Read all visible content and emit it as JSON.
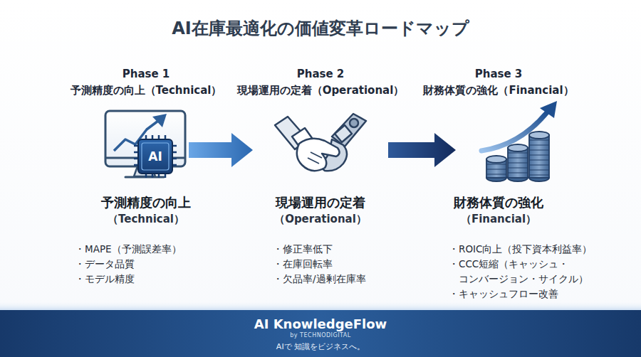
{
  "diagram": {
    "title": "AI在庫最適化の価値変革ロードマップ",
    "nodes": [
      {
        "text": [
          "Phase 1",
          "予測精度の向上（Technical）",
          "予測精度の向上",
          "（Technical）",
          "・MAPE（予測誤差率）",
          "・データ品質",
          "・モデル精度"
        ]
      },
      {
        "text": [
          "Phase 2",
          "現場運用の定着（Operational）",
          "現場運用の定着",
          "（Operational）",
          "・修正率低下",
          "・在庫回転率",
          "・欠品率/過剰在庫率"
        ]
      },
      {
        "text": [
          "Phase 3",
          "財務体質の強化（Financial）",
          "財務体質の強化",
          "（Financial）",
          "・ROIC向上（投下資本利益率）",
          "・CCC短縮（キャッシュ・ コンバージョン・サイクル）",
          "・キャッシュフロー改善"
        ]
      },
      {
        "text": [
          "AI KnowledgeFlow",
          "by TECHNODIGITAL",
          "AIで 知識をビジネスへ。"
        ]
      }
    ],
    "edges": [
      {
        "from": 0,
        "to": 1,
        "arrow": "to"
      },
      {
        "from": 1,
        "to": 2,
        "arrow": "to"
      }
    ],
    "labels": [
      "AI"
    ]
  }
}
